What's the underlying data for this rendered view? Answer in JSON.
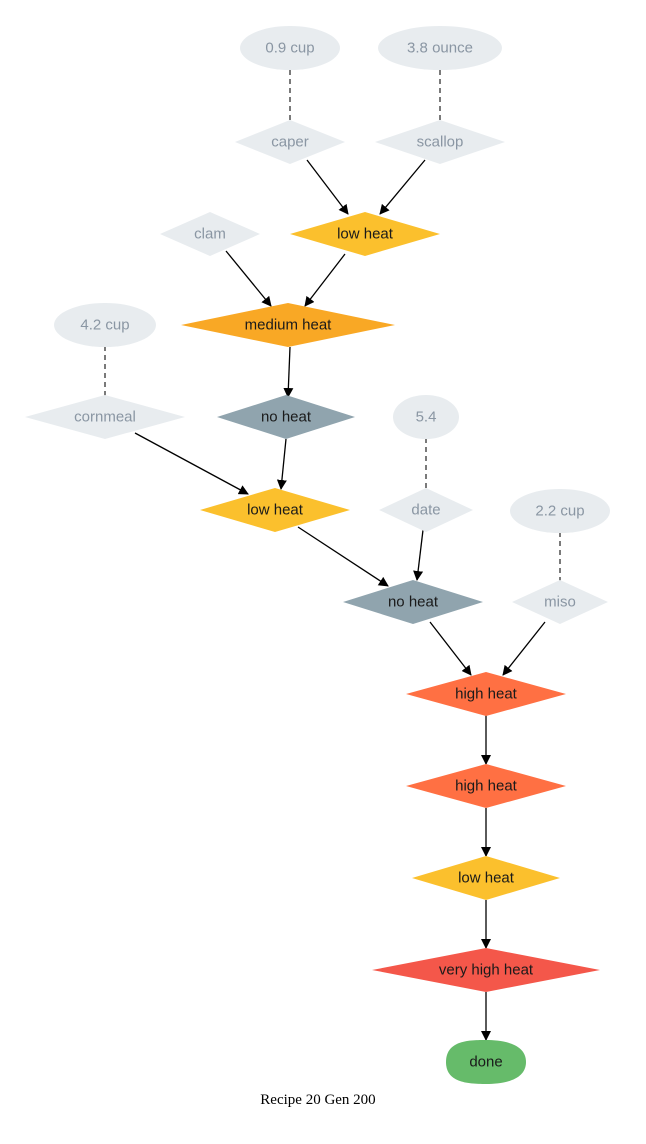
{
  "caption": "Recipe 20 Gen 200",
  "colors": {
    "ingredient_fill": "#e8ecef",
    "ingredient_text": "#8a96a3",
    "low_heat": "#fbc02d",
    "medium_heat": "#f9a825",
    "no_heat": "#90a4ae",
    "high_heat": "#ff7043",
    "very_high_heat": "#f4574a",
    "done": "#66bb6a"
  },
  "quantities": {
    "caper_qty": "0.9 cup",
    "scallop_qty": "3.8 ounce",
    "cornmeal_qty": "4.2 cup",
    "date_qty": "5.4",
    "miso_qty": "2.2 cup"
  },
  "ingredients": {
    "caper": "caper",
    "scallop": "scallop",
    "clam": "clam",
    "cornmeal": "cornmeal",
    "date": "date",
    "miso": "miso"
  },
  "steps": {
    "s1": "low heat",
    "s2": "medium heat",
    "s3": "no heat",
    "s4": "low heat",
    "s5": "no heat",
    "s6": "high heat",
    "s7": "high heat",
    "s8": "low heat",
    "s9": "very high heat",
    "done": "done"
  }
}
